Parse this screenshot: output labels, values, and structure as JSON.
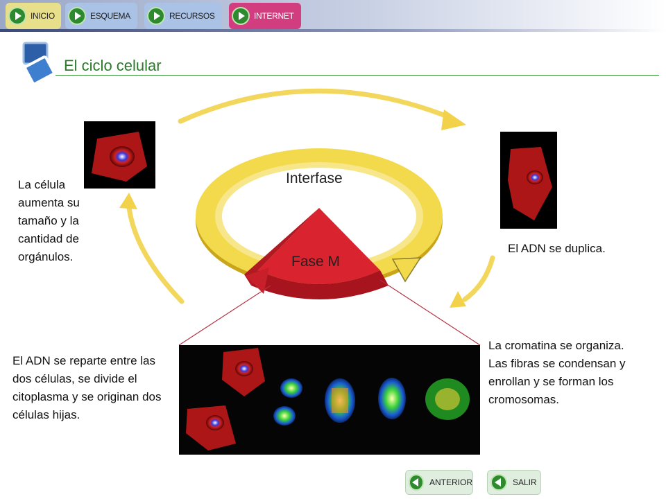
{
  "nav_tabs": [
    {
      "label": "INICIO",
      "color": "#e8df8a"
    },
    {
      "label": "ESQUEMA",
      "color": "#a9c2e6"
    },
    {
      "label": "RECURSOS",
      "color": "#a9c2e6"
    },
    {
      "label": "INTERNET",
      "color": "#d23d7f"
    }
  ],
  "title": "El ciclo celular",
  "diagram": {
    "interphase_label": "Interfase",
    "mphase_label": "Fase M",
    "ring_color": "#f3d94c",
    "mphase_color": "#d9232e",
    "arrow_color": "#f2d24a"
  },
  "texts": {
    "growth": "La célula aumenta su tamaño y la cantidad de orgánulos.",
    "dna_duplicates": "El ADN se duplica.",
    "division": "El ADN se reparte entre las dos células, se divide el citoplasma y se originan dos células hijas.",
    "chromatin": "La cromatina se organiza. Las fibras se condensan y enrollan y se forman los cromosomas."
  },
  "footer": {
    "prev_label": "ANTERIOR",
    "exit_label": "SALIR"
  }
}
